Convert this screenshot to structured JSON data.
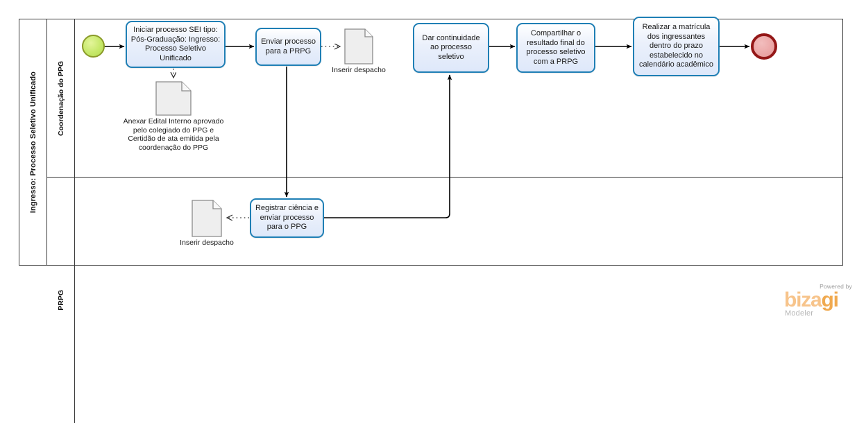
{
  "diagram": {
    "type": "bpmn",
    "pool": {
      "label": "Ingresso: Processo Seletivo Unificado"
    },
    "lanes": [
      {
        "id": "lane-coordenacao",
        "label": "Coordenação do PPG"
      },
      {
        "id": "lane-prpg",
        "label": "PRPG"
      }
    ],
    "nodes": [
      {
        "id": "start-event",
        "kind": "start-event",
        "lane": "lane-coordenacao",
        "label": ""
      },
      {
        "id": "task-iniciar",
        "kind": "task",
        "lane": "lane-coordenacao",
        "label": "Iniciar processo SEI tipo: Pós-Graduação: Ingresso: Processo Seletivo Unificado"
      },
      {
        "id": "doc-anexar",
        "kind": "data-object",
        "lane": "lane-coordenacao",
        "label": "Anexar Edital Interno aprovado pelo colegiado do PPG e Certidão de ata emitida pela coordenação do PPG"
      },
      {
        "id": "task-enviar",
        "kind": "task",
        "lane": "lane-coordenacao",
        "label": "Enviar processo para a PRPG"
      },
      {
        "id": "doc-inserir-top",
        "kind": "data-object",
        "lane": "lane-coordenacao",
        "label": "Inserir despacho"
      },
      {
        "id": "task-dar-continuidade",
        "kind": "task",
        "lane": "lane-coordenacao",
        "label": "Dar continuidade ao processo seletivo"
      },
      {
        "id": "task-compartilhar",
        "kind": "task",
        "lane": "lane-coordenacao",
        "label": "Compartilhar o resultado final do processo seletivo com a PRPG"
      },
      {
        "id": "task-matricula",
        "kind": "task",
        "lane": "lane-coordenacao",
        "label": "Realizar a matrícula dos ingressantes dentro do prazo estabelecido no calendário acadêmico"
      },
      {
        "id": "end-event",
        "kind": "end-event",
        "lane": "lane-coordenacao",
        "label": ""
      },
      {
        "id": "doc-inserir-bottom",
        "kind": "data-object",
        "lane": "lane-prpg",
        "label": "Inserir despacho"
      },
      {
        "id": "task-registrar",
        "kind": "task",
        "lane": "lane-prpg",
        "label": "Registrar ciência e enviar processo para o PPG"
      }
    ],
    "flows": [
      {
        "from": "start-event",
        "to": "task-iniciar",
        "style": "sequence"
      },
      {
        "from": "task-iniciar",
        "to": "doc-anexar",
        "style": "association"
      },
      {
        "from": "task-iniciar",
        "to": "task-enviar",
        "style": "sequence"
      },
      {
        "from": "task-enviar",
        "to": "doc-inserir-top",
        "style": "association"
      },
      {
        "from": "task-enviar",
        "to": "task-registrar",
        "style": "sequence"
      },
      {
        "from": "task-registrar",
        "to": "doc-inserir-bottom",
        "style": "association"
      },
      {
        "from": "task-registrar",
        "to": "task-dar-continuidade",
        "style": "sequence"
      },
      {
        "from": "task-dar-continuidade",
        "to": "task-compartilhar",
        "style": "sequence"
      },
      {
        "from": "task-compartilhar",
        "to": "task-matricula",
        "style": "sequence"
      },
      {
        "from": "task-matricula",
        "to": "end-event",
        "style": "sequence"
      }
    ]
  },
  "watermark": {
    "powered_by": "Powered by",
    "brand_part1": "biza",
    "brand_part2": "gi",
    "product": "Modeler"
  },
  "colors": {
    "task_border": "#1f7fb5",
    "task_fill": "#dee8fa",
    "start_border": "#8a9a29",
    "start_fill": "#c6e86a",
    "end_border": "#941717",
    "end_fill": "#eba6a6",
    "pool_border": "#3a3a3a",
    "brand_orange": "#f0a94f",
    "brand_peach": "#f7c48b"
  }
}
